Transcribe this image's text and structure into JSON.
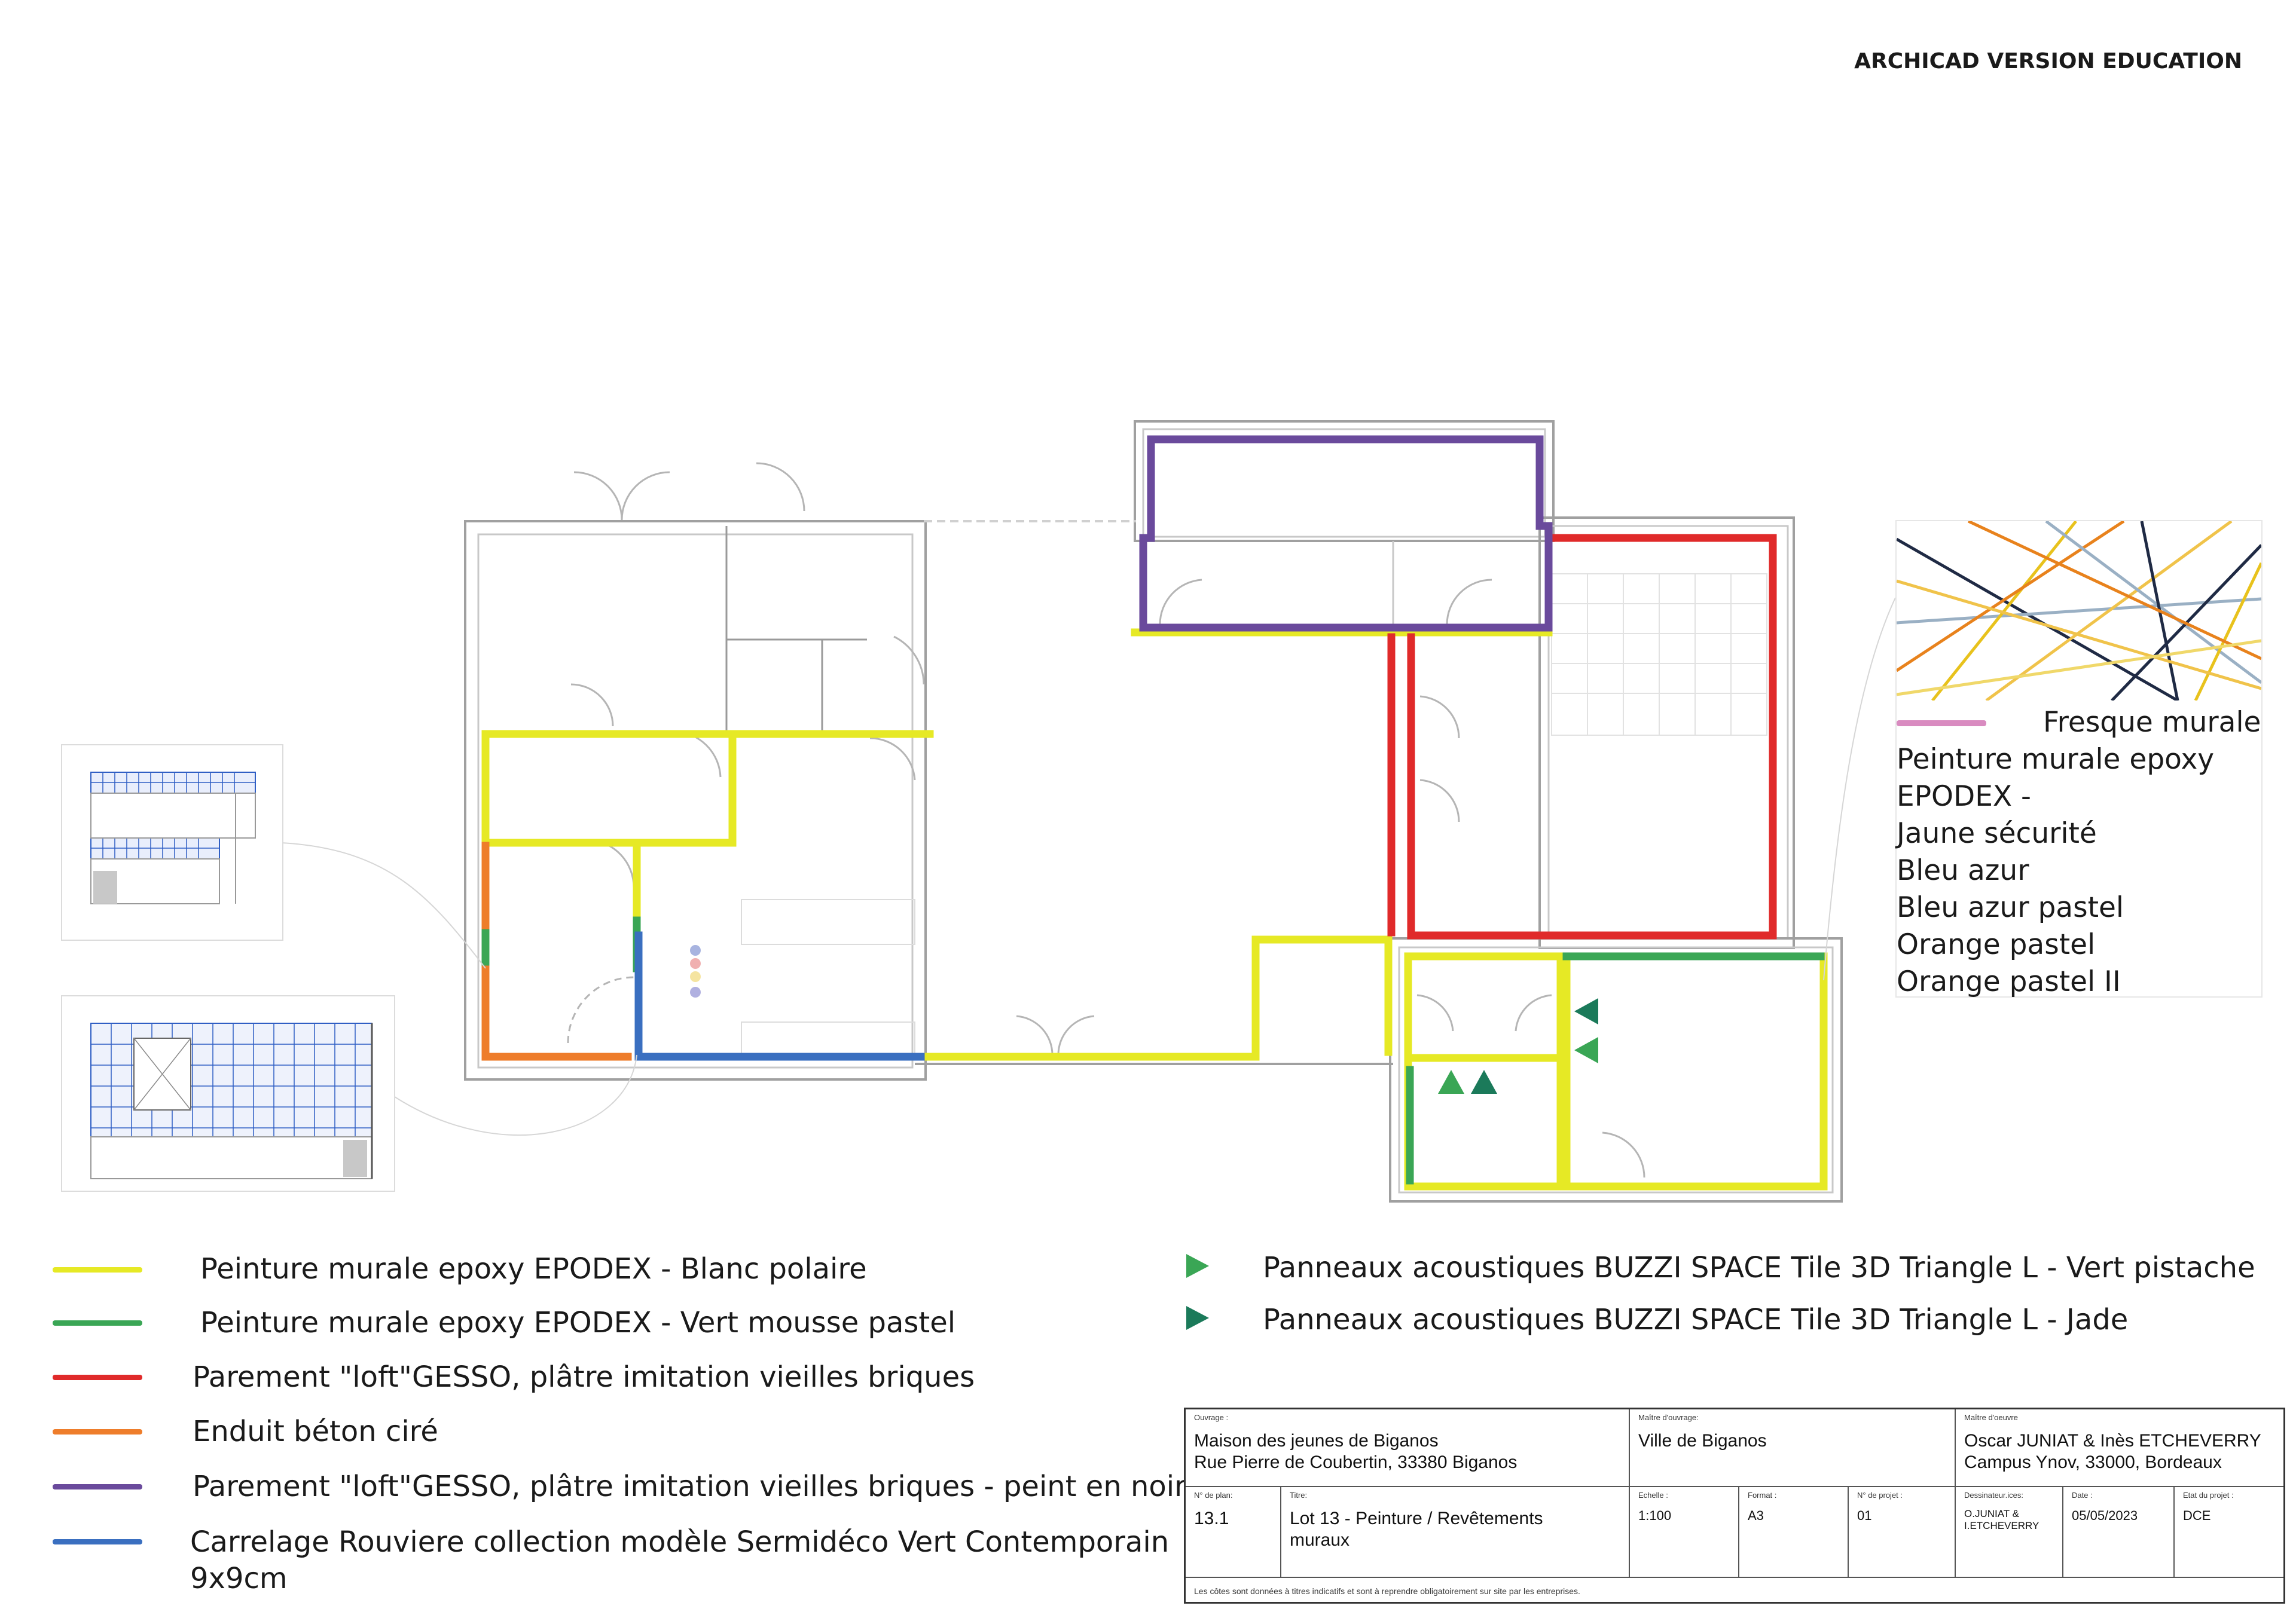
{
  "watermark": "ARCHICAD VERSION EDUCATION",
  "colors": {
    "blanc_polaire": "#e6e925",
    "vert_mousse": "#3aa655",
    "gesso": "#e02a2a",
    "beton": "#ee7d2b",
    "gesso_noir": "#6a4a9c",
    "carrelage": "#3a6fc0",
    "fresque": "#d98bc0",
    "vert_pistache": "#3aa655",
    "jade": "#1b7a5a",
    "wall": "#9a9a9a"
  },
  "fresque_legend": {
    "title": "Fresque murale",
    "lines": [
      "Peinture murale epoxy",
      "EPODEX -",
      "Jaune sécurité",
      "Bleu azur",
      "Bleu azur pastel",
      "Orange pastel",
      "Orange pastel II"
    ]
  },
  "legend": [
    {
      "color_key": "blanc_polaire",
      "label": "Peinture murale epoxy EPODEX - Blanc polaire"
    },
    {
      "color_key": "vert_mousse",
      "label": "Peinture murale epoxy EPODEX - Vert mousse pastel"
    },
    {
      "color_key": "gesso",
      "label": "Parement \"loft\"GESSO, plâtre imitation vieilles briques"
    },
    {
      "color_key": "beton",
      "label": "Enduit béton ciré"
    },
    {
      "color_key": "gesso_noir",
      "label": "Parement \"loft\"GESSO, plâtre imitation vieilles briques - peint en noir"
    },
    {
      "color_key": "carrelage",
      "label_line1": "Carrelage Rouviere collection modèle Sermidéco Vert Contemporain",
      "label_line2": "9x9cm"
    }
  ],
  "acoustic_legend": [
    {
      "color_key": "vert_pistache",
      "label": "Panneaux acoustiques BUZZI SPACE Tile 3D Triangle L - Vert pistache"
    },
    {
      "color_key": "jade",
      "label": "Panneaux acoustiques BUZZI SPACE Tile 3D Triangle L - Jade"
    }
  ],
  "cartouche": {
    "ouvrage_label": "Ouvrage :",
    "ouvrage_line1": "Maison des jeunes de Biganos",
    "ouvrage_line2": "Rue Pierre de Coubertin, 33380 Biganos",
    "moa_label": "Maître d'ouvrage:",
    "moa": "Ville de Biganos",
    "moe_label": "Maître d'oeuvre",
    "moe_line1": "Oscar JUNIAT & Inès ETCHEVERRY",
    "moe_line2": "Campus Ynov, 33000, Bordeaux",
    "plan_no_label": "N° de plan:",
    "plan_no": "13.1",
    "titre_label": "Titre:",
    "titre_line1": "Lot 13 - Peinture / Revêtements",
    "titre_line2": "muraux",
    "echelle_label": "Echelle :",
    "echelle": "1:100",
    "format_label": "Format :",
    "format": "A3",
    "projet_label": "N° de projet :",
    "projet": "01",
    "dessinateurs_label": "Dessinateur.ices:",
    "dessinateurs_line1": "O.JUNIAT &",
    "dessinateurs_line2": "I.ETCHEVERRY",
    "date_label": "Date :",
    "date": "05/05/2023",
    "etat_label": "Etat du projet :",
    "etat": "DCE",
    "footnote": "Les côtes sont données à titres indicatifs et sont à reprendre obligatoirement sur site par les entreprises."
  }
}
